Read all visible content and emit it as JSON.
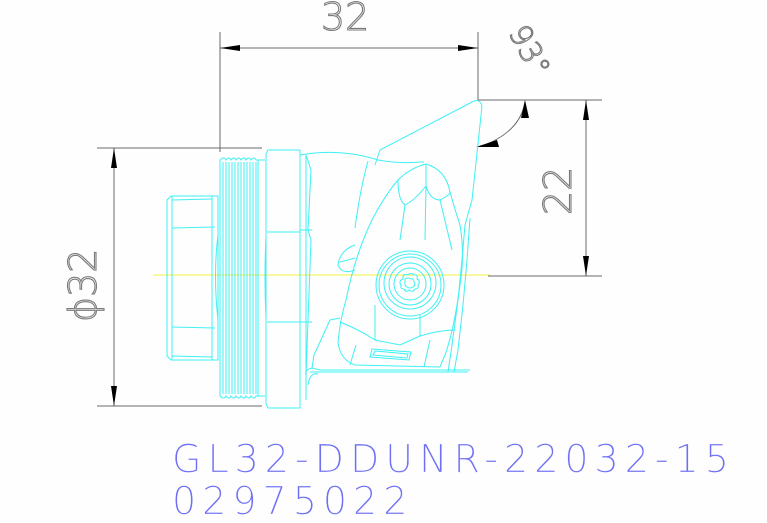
{
  "drawing": {
    "type": "technical-cad-drawing",
    "subject": "cutting tool head with insert",
    "colors": {
      "background": "#fdfefd",
      "part_outline": "#3ff0f5",
      "centerline": "#f2f23a",
      "dimension_lines": "#6b6b6b",
      "dimension_text": "#7a7a7a",
      "label_text": "#6f6ff5"
    },
    "dimensions": {
      "length": {
        "value": "32",
        "orientation": "horizontal"
      },
      "angle": {
        "value": "93°",
        "orientation": "rotated"
      },
      "height": {
        "value": "22",
        "orientation": "vertical"
      },
      "diameter": {
        "value": "ϕ32",
        "orientation": "vertical"
      }
    },
    "labels": {
      "part_number": "GL32-DDUNR-22032-15",
      "order_code": "02975022"
    }
  }
}
